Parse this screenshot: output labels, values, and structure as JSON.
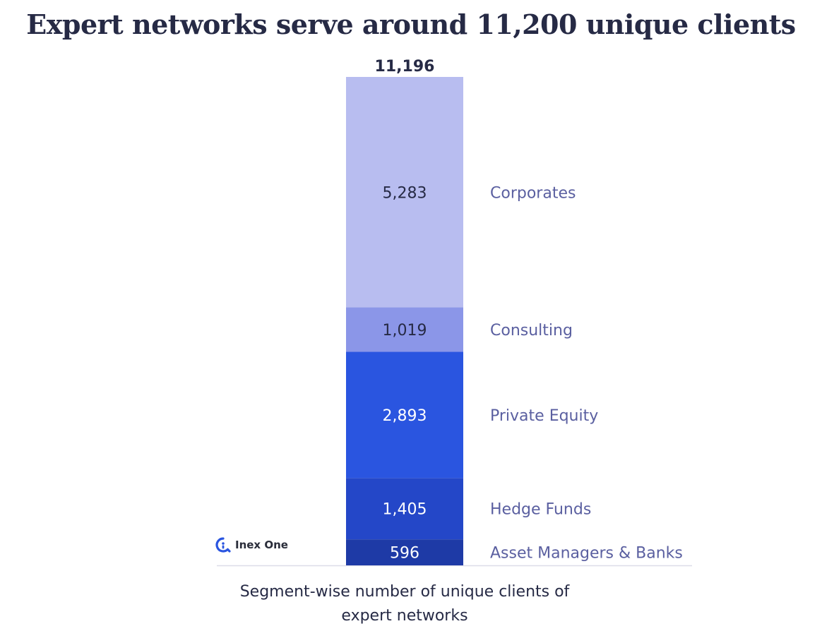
{
  "chart_data": {
    "type": "bar",
    "stacked": true,
    "title": "Expert networks serve around 11,200 unique clients",
    "xlabel": "Segment-wise number of unique clients of expert networks",
    "ylabel": "",
    "total": 11196,
    "total_label": "11,196",
    "series": [
      {
        "name": "Asset Managers & Banks",
        "value": 596,
        "label": "596",
        "color": "#1e3aa6",
        "text_color": "#ffffff"
      },
      {
        "name": "Hedge Funds",
        "value": 1405,
        "label": "1,405",
        "color": "#2447c8",
        "text_color": "#ffffff"
      },
      {
        "name": "Private Equity",
        "value": 2893,
        "label": "2,893",
        "color": "#2a55e0",
        "text_color": "#ffffff"
      },
      {
        "name": "Consulting",
        "value": 1019,
        "label": "1,019",
        "color": "#8b96e8",
        "text_color": "#262a45"
      },
      {
        "name": "Corporates",
        "value": 5283,
        "label": "5,283",
        "color": "#b8bdf0",
        "text_color": "#262a45"
      }
    ],
    "ylim": [
      0,
      11196
    ],
    "grid": false
  },
  "caption": {
    "line1": "Segment-wise number of unique clients of",
    "line2": "expert networks"
  },
  "logo": {
    "text": "Inex One",
    "color": "#2a55e0"
  },
  "colors": {
    "series_label": "#5a5fa0",
    "baseline": "#dcdce8",
    "title": "#262a45"
  }
}
